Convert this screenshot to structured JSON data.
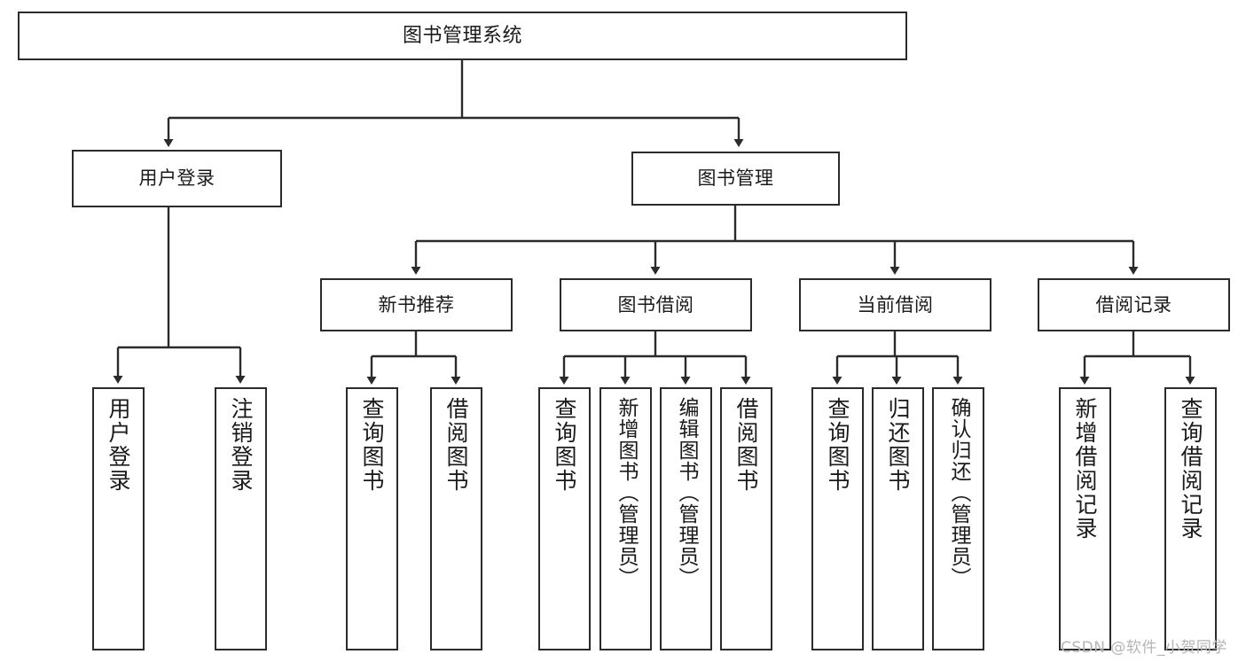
{
  "diagram": {
    "title": "图书管理系统",
    "type": "tree-hierarchy-chart",
    "root": {
      "label": "图书管理系统"
    },
    "level2": [
      {
        "id": "user-login",
        "label": "用户登录"
      },
      {
        "id": "book-manage",
        "label": "图书管理"
      }
    ],
    "level3": [
      {
        "id": "new-book-recommend",
        "label": "新书推荐"
      },
      {
        "id": "book-borrow",
        "label": "图书借阅"
      },
      {
        "id": "current-borrow",
        "label": "当前借阅"
      },
      {
        "id": "borrow-record",
        "label": "借阅记录"
      }
    ],
    "leaves": {
      "user_login": [
        {
          "id": "leaf-user-login",
          "label": "用户登录"
        },
        {
          "id": "leaf-logout-login",
          "label": "注销登录"
        }
      ],
      "new_book_recommend": [
        {
          "id": "leaf-query-book-1",
          "label": "查询图书"
        },
        {
          "id": "leaf-borrow-book-1",
          "label": "借阅图书"
        }
      ],
      "book_borrow": [
        {
          "id": "leaf-query-book-2",
          "label": "查询图书"
        },
        {
          "id": "leaf-add-book",
          "label": "新增图书（管理员）"
        },
        {
          "id": "leaf-edit-book",
          "label": "编辑图书（管理员）"
        },
        {
          "id": "leaf-borrow-book-2",
          "label": "借阅图书"
        }
      ],
      "current_borrow": [
        {
          "id": "leaf-query-book-3",
          "label": "查询图书"
        },
        {
          "id": "leaf-return-book",
          "label": "归还图书"
        },
        {
          "id": "leaf-confirm-return",
          "label": "确认归还（管理员）"
        }
      ],
      "borrow_record": [
        {
          "id": "leaf-add-record",
          "label": "新增借阅记录"
        },
        {
          "id": "leaf-query-record",
          "label": "查询借阅记录"
        }
      ]
    }
  },
  "watermark": {
    "text": "CSDN @软件_小贺同学"
  },
  "colors": {
    "stroke": "#2b2b2b",
    "fill": "#ffffff",
    "text": "#1a1a1a",
    "watermark": "#b5b5b5"
  }
}
